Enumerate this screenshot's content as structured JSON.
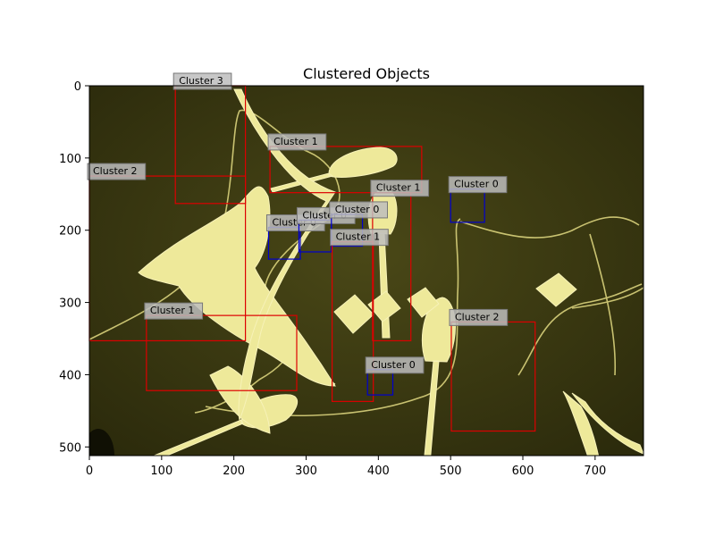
{
  "chart_data": {
    "type": "image-with-bounding-boxes",
    "title": "Clustered Objects",
    "xlim": [
      0,
      767
    ],
    "ylim": [
      512,
      0
    ],
    "x_ticks": [
      0,
      100,
      200,
      300,
      400,
      500,
      600,
      700
    ],
    "y_ticks": [
      0,
      100,
      200,
      300,
      400,
      500
    ],
    "colors": {
      "background": "#3b3a12",
      "object": "#eee99a",
      "cluster_0": "#0000cc",
      "cluster_other": "#dd0000",
      "label_bg": "#bdbdbd"
    },
    "boxes": [
      {
        "label": "Cluster 3",
        "cluster": 3,
        "x0": 119,
        "y0": 0,
        "x1": 216,
        "y1": 163
      },
      {
        "label": "Cluster 1",
        "cluster": 1,
        "x0": 250,
        "y0": 84,
        "x1": 460,
        "y1": 148
      },
      {
        "label": "Cluster 2",
        "cluster": 2,
        "x0": 0,
        "y0": 125,
        "x1": 216,
        "y1": 353
      },
      {
        "label": "Cluster 1",
        "cluster": 1,
        "x0": 392,
        "y0": 148,
        "x1": 445,
        "y1": 353
      },
      {
        "label": "Cluster 0",
        "cluster": 0,
        "x0": 500,
        "y0": 143,
        "x1": 547,
        "y1": 189
      },
      {
        "label": "Cluster 0",
        "cluster": 0,
        "x0": 248,
        "y0": 196,
        "x1": 292,
        "y1": 240
      },
      {
        "label": "Cluster 0",
        "cluster": 0,
        "x0": 290,
        "y0": 186,
        "x1": 335,
        "y1": 230
      },
      {
        "label": "Cluster 0",
        "cluster": 0,
        "x0": 335,
        "y0": 178,
        "x1": 378,
        "y1": 222
      },
      {
        "label": "Cluster 1",
        "cluster": 1,
        "x0": 336,
        "y0": 216,
        "x1": 393,
        "y1": 437
      },
      {
        "label": "Cluster 1",
        "cluster": 1,
        "x0": 79,
        "y0": 318,
        "x1": 287,
        "y1": 422
      },
      {
        "label": "Cluster 2",
        "cluster": 2,
        "x0": 501,
        "y0": 327,
        "x1": 617,
        "y1": 478
      },
      {
        "label": "Cluster 0",
        "cluster": 0,
        "x0": 385,
        "y0": 393,
        "x1": 420,
        "y1": 428
      }
    ]
  }
}
